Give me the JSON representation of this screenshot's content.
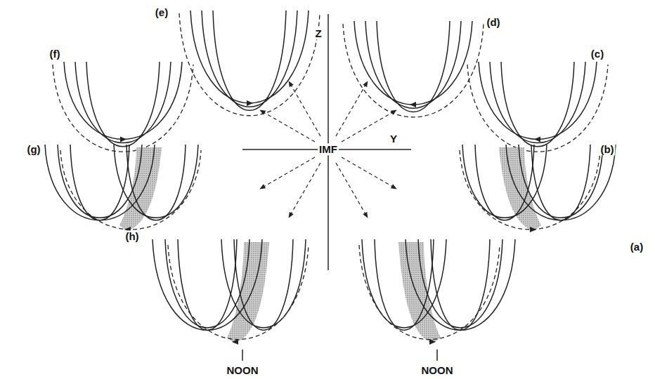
{
  "diagram": {
    "labels": [
      "(e)",
      "(d)",
      "Z",
      "(f)",
      "(c)",
      "(g)",
      "IMF",
      "Y",
      "(b)",
      "(h)",
      "(a)",
      "NOON",
      "NOON"
    ]
  }
}
